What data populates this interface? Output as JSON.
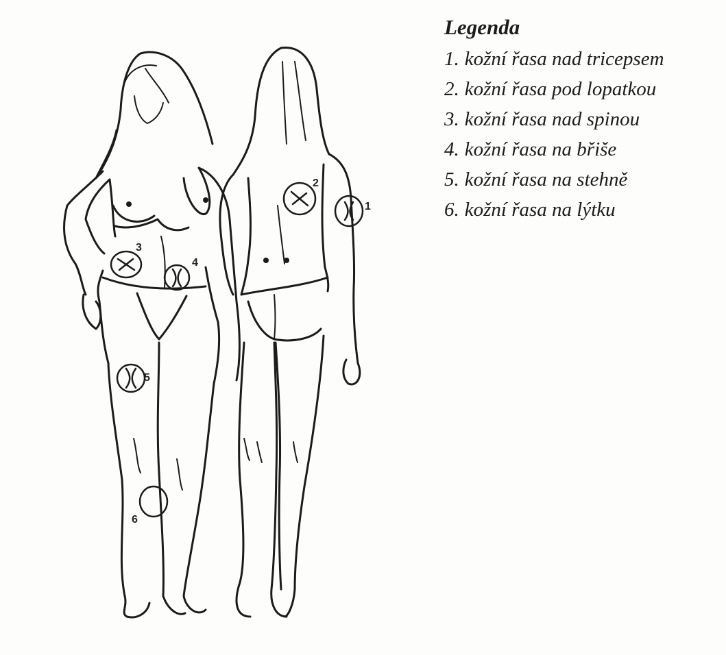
{
  "legend": {
    "title": "Legenda",
    "items": [
      {
        "num": "1.",
        "text": "kožní řasa nad tricepsem"
      },
      {
        "num": "2.",
        "text": "kožní řasa pod lopatkou"
      },
      {
        "num": "3.",
        "text": "kožní řasa nad spinou"
      },
      {
        "num": "4.",
        "text": "kožní řasa na břiše"
      },
      {
        "num": "5.",
        "text": "kožní řasa na stehně"
      },
      {
        "num": "6.",
        "text": "kožní řasa na lýtku"
      }
    ]
  },
  "markers": [
    {
      "label": "1"
    },
    {
      "label": "2"
    },
    {
      "label": "3"
    },
    {
      "label": "4"
    },
    {
      "label": "5"
    },
    {
      "label": "6"
    }
  ],
  "colors": {
    "ink": "#1b1b1b",
    "paper": "#fdfdfb"
  }
}
